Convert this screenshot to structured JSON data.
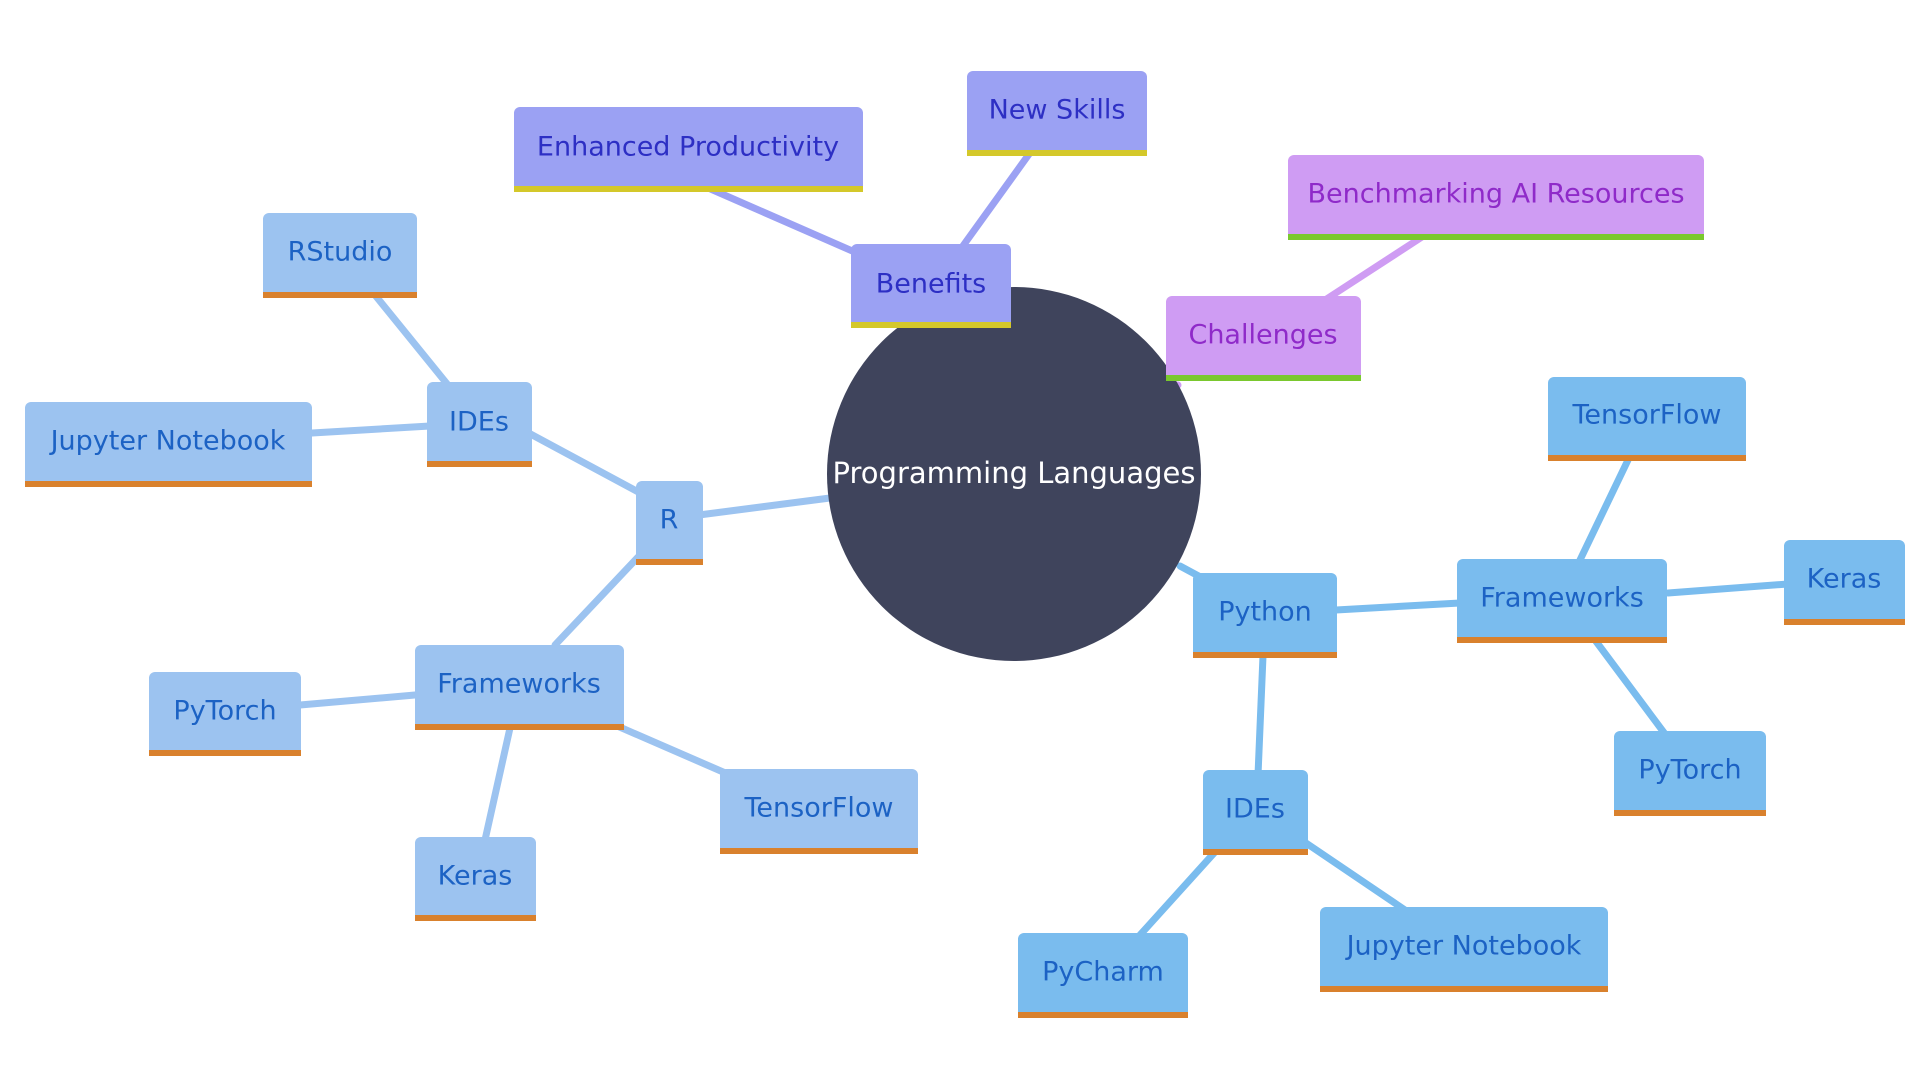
{
  "colors": {
    "center": "#3f445c",
    "r_branch": "#9cc3f0",
    "python_branch": "#7abcee",
    "blue_text": "#1c62c4",
    "blue_underline": "#d9812d",
    "benefits_fill": "#9ba1f3",
    "benefits_text": "#2d2fc4",
    "benefits_underline": "#d4c82a",
    "challenges_fill": "#cf9cf3",
    "challenges_text": "#8f2ac9",
    "challenges_underline": "#7ac82e"
  },
  "center": {
    "label": "Programming Languages"
  },
  "nodes": {
    "benefits": "Benefits",
    "enhanced_productivity": "Enhanced Productivity",
    "new_skills": "New Skills",
    "challenges": "Challenges",
    "benchmarking": "Benchmarking AI Resources",
    "r": "R",
    "r_ides": "IDEs",
    "r_rstudio": "RStudio",
    "r_jupyter": "Jupyter Notebook",
    "r_frameworks": "Frameworks",
    "r_pytorch": "PyTorch",
    "r_keras": "Keras",
    "r_tensorflow": "TensorFlow",
    "python": "Python",
    "py_frameworks": "Frameworks",
    "py_tensorflow": "TensorFlow",
    "py_keras": "Keras",
    "py_pytorch": "PyTorch",
    "py_ides": "IDEs",
    "py_pycharm": "PyCharm",
    "py_jupyter": "Jupyter Notebook"
  }
}
